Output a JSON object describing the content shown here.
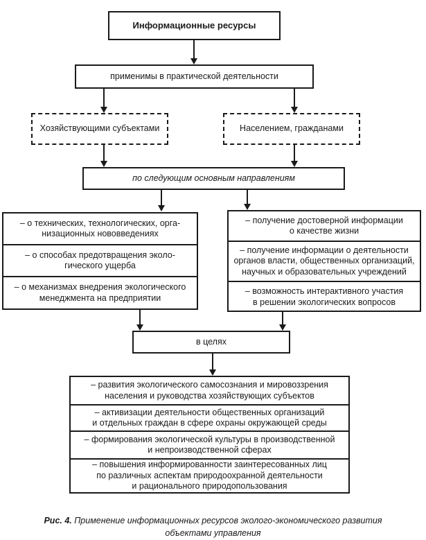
{
  "colors": {
    "ink": "#1a1a1a",
    "background": "#ffffff"
  },
  "diagram": {
    "root": "Информационные ресурсы",
    "applied": "применимы в практической деятельности",
    "subjects": {
      "left": "Хозяйствующими субъектами",
      "right": "Населением, гражданами"
    },
    "directions": "по следующим основным направлениям",
    "left_items": [
      "– о технических, технологических, орга-\nнизационных нововведениях",
      "– о способах предотвращения эколо-\nгического ущерба",
      "– о механизмах внедрения экологического\nменеджмента на предприятии"
    ],
    "right_items": [
      "– получение достоверной информации\nо качестве жизни",
      "– получение информации о деятельности\nорганов власти, общественных организаций,\nнаучных и образовательных учреждений",
      "– возможность интерактивного участия\nв решении экологических вопросов"
    ],
    "purpose": "в целях",
    "goals": [
      "– развития экологического самосознания и мировоззрения\nнаселения и руководства хозяйствующих субъектов",
      "– активизации деятельности общественных организаций\nи отдельных граждан в сфере охраны окружающей среды",
      "– формирования экологической культуры в производственной\nи непроизводственной сферах",
      "– повышения информированности заинтересованных лиц\nпо различных аспектам природоохранной деятельности\nи рационального природопользования"
    ],
    "caption": {
      "label": "Рис. 4.",
      "text": " Применение информационных ресурсов эколого-экономического развития\nобъектами управления"
    }
  }
}
